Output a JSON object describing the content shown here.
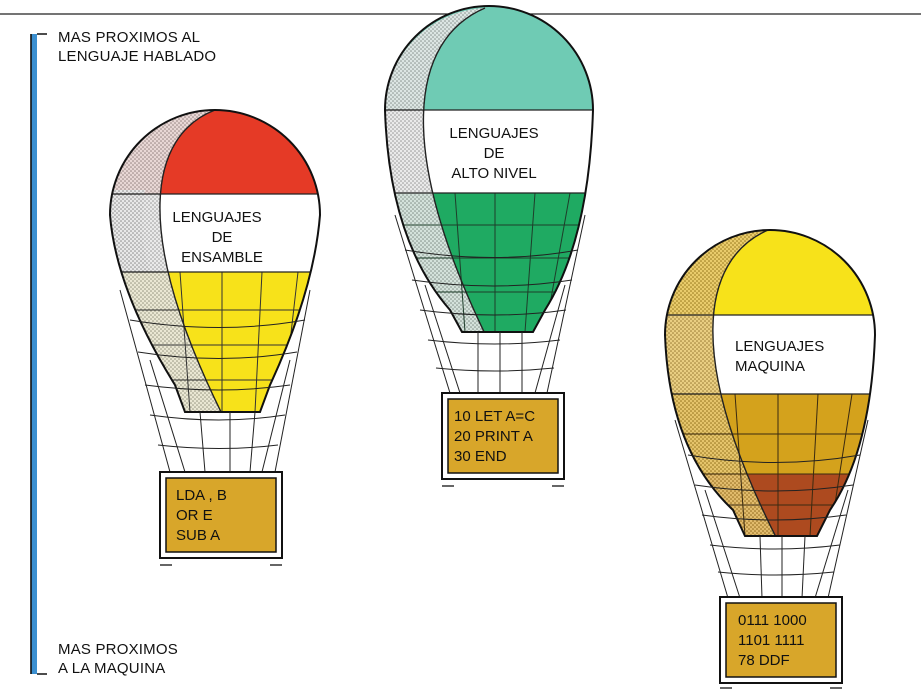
{
  "scale": {
    "top_label": [
      "MAS PROXIMOS AL",
      "LENGUAJE HABLADO"
    ],
    "bottom_label": [
      "MAS PROXIMOS",
      "A LA MAQUINA"
    ]
  },
  "balloons": {
    "ensamble": {
      "title": [
        "LENGUAJES",
        "DE",
        "ENSAMBLE"
      ],
      "basket": [
        "LDA , B",
        "OR E",
        "SUB A"
      ]
    },
    "alto_nivel": {
      "title": [
        "LENGUAJES",
        "DE",
        "ALTO NIVEL"
      ],
      "basket": [
        "10 LET A=C",
        "20 PRINT A",
        "30 END"
      ]
    },
    "maquina": {
      "title": [
        "LENGUAJES",
        "MAQUINA"
      ],
      "basket": [
        "0111 1000",
        "1101 1111",
        "78 DDF"
      ]
    }
  },
  "colors": {
    "red": "#e53a26",
    "yellow": "#f7e21a",
    "teal": "#6fcbb4",
    "green": "#1faa62",
    "ochre": "#d4a21c",
    "brown": "#ad4a1f",
    "basket": "#d8a62a",
    "scale_bar": "#3b8fd0"
  }
}
